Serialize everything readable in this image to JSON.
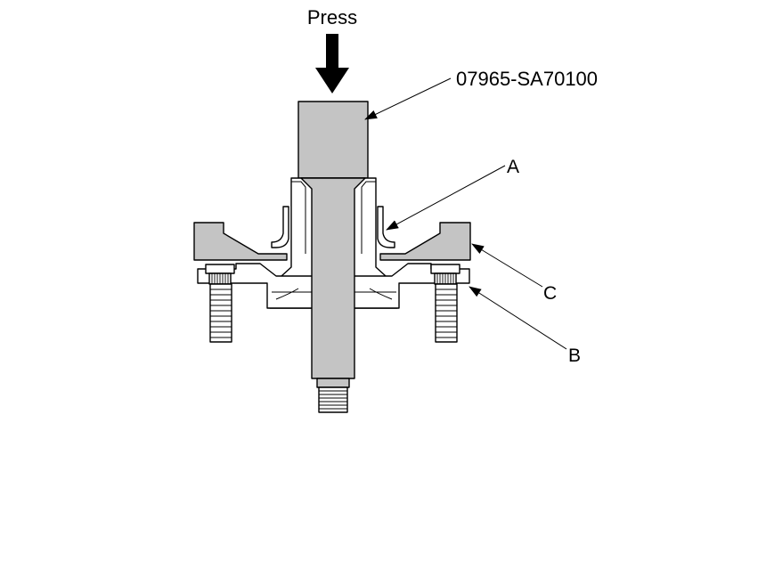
{
  "labels": {
    "press": "Press",
    "tool": "07965-SA70100",
    "a": "A",
    "b": "B",
    "c": "C"
  },
  "colors": {
    "part_fill": "#c4c4c4",
    "hub_fill": "#ffffff",
    "line": "#000000",
    "arrow": "#000000"
  },
  "icons": {
    "press_arrow": "down-arrow-icon",
    "leader_arrow": "arrowhead-icon"
  }
}
